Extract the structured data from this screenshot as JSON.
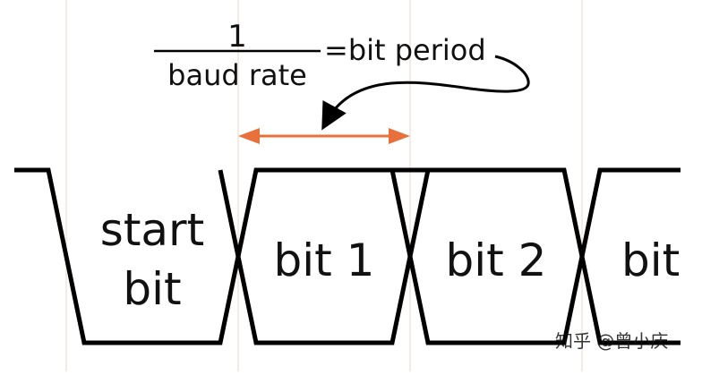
{
  "formula": {
    "numerator": "1",
    "denominator": "baud rate",
    "equals_text": "=bit period"
  },
  "cells": [
    {
      "line1": "start",
      "line2": "bit"
    },
    {
      "line1": "bit 1"
    },
    {
      "line1": "bit 2"
    },
    {
      "line1": "bit"
    }
  ],
  "watermark": "知乎 @曾小庆",
  "colors": {
    "waveform": "#000000",
    "period_arrow": "#e8703a",
    "gridline": "#ead8c8",
    "text": "#111111"
  }
}
